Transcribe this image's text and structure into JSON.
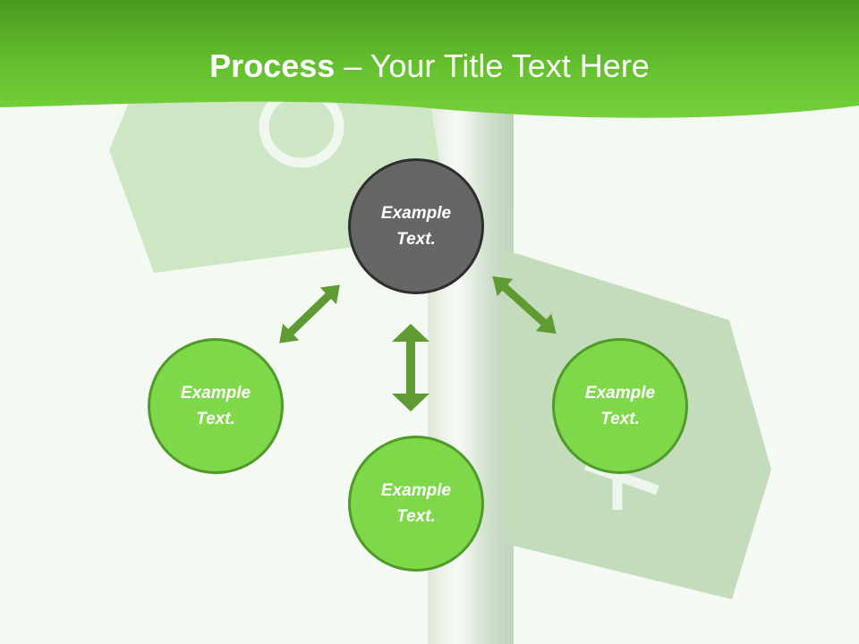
{
  "title": {
    "bold": "Process",
    "rest": " – Your Title Text Here"
  },
  "nodes": {
    "center": {
      "label": "Example\nText."
    },
    "left": {
      "label": "Example\nText."
    },
    "bottom": {
      "label": "Example\nText."
    },
    "right": {
      "label": "Example\nText."
    }
  },
  "colors": {
    "header_green": "#5cb82a",
    "node_green": "#7ed84a",
    "node_gray": "#666666",
    "arrow_green": "#5f9a32"
  }
}
